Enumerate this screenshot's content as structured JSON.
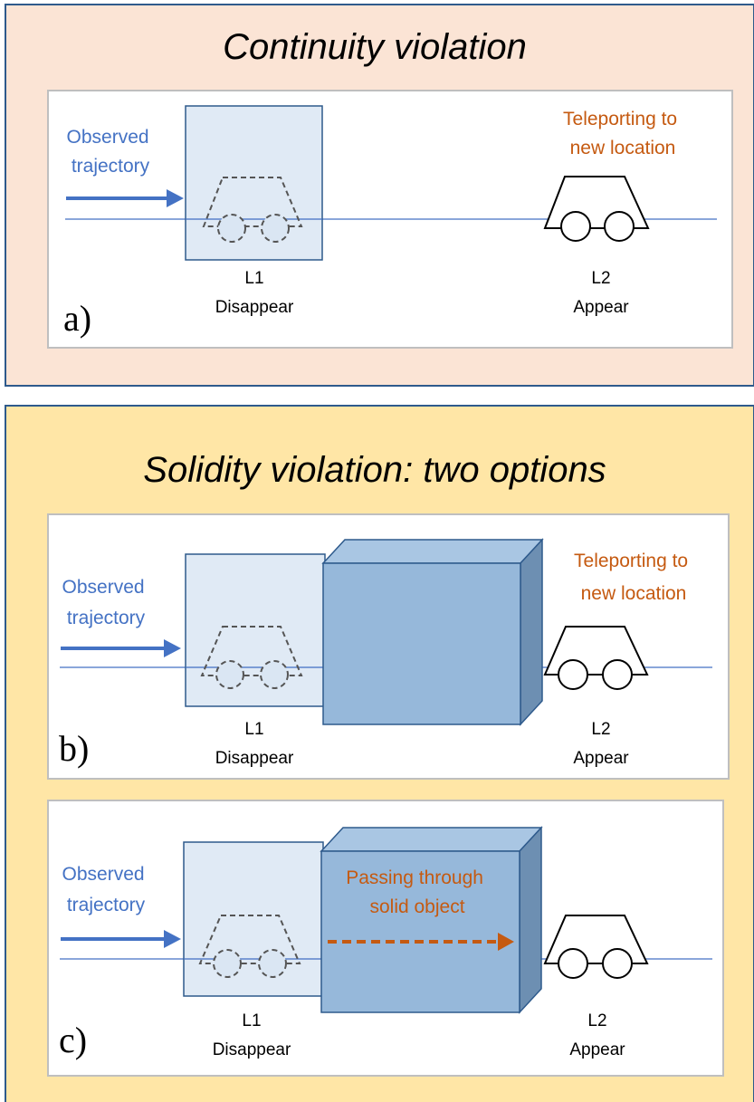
{
  "section_continuity": {
    "title": "Continuity violation",
    "panel_a": {
      "letter": "a)",
      "observed": [
        "Observed",
        "trajectory"
      ],
      "teleport": [
        "Teleporting to",
        "new location"
      ],
      "l1": "L1",
      "l1_sub": "Disappear",
      "l2": "L2",
      "l2_sub": "Appear"
    }
  },
  "section_solidity": {
    "title": "Solidity violation: two options",
    "panel_b": {
      "letter": "b)",
      "observed": [
        "Observed",
        "trajectory"
      ],
      "teleport": [
        "Teleporting to",
        "new location"
      ],
      "l1": "L1",
      "l1_sub": "Disappear",
      "l2": "L2",
      "l2_sub": "Appear"
    },
    "panel_c": {
      "letter": "c)",
      "observed": [
        "Observed",
        "trajectory"
      ],
      "passing": [
        "Passing through",
        "solid object"
      ],
      "l1": "L1",
      "l1_sub": "Disappear",
      "l2": "L2",
      "l2_sub": "Appear"
    }
  },
  "colors": {
    "section_a_bg": "#FBE4D5",
    "section_b_bg": "#FFE6A6",
    "border": "#2E5A8C",
    "blue_text": "#4472C4",
    "orange_text": "#C55A11",
    "occluder": "#DAE6F3",
    "solid_front": "#96B8DA",
    "solid_top": "#A9C6E3",
    "solid_side": "#6D8FB2"
  }
}
